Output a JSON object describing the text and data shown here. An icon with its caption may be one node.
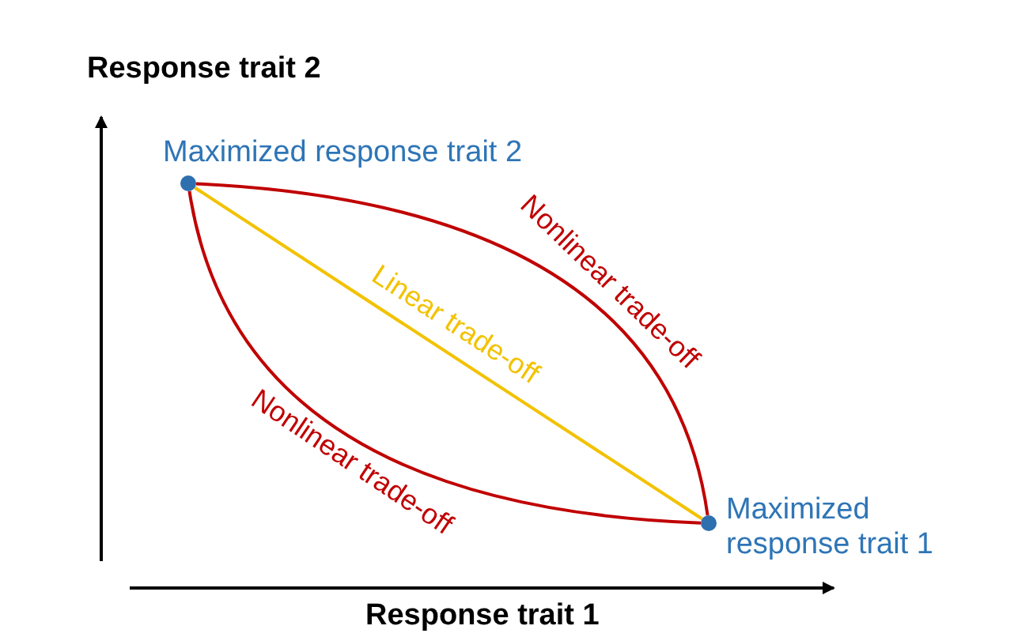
{
  "diagram": {
    "nodes": [
      {
        "text": [],
        "shape": "circle",
        "beside": [
          "Maximized response trait 2"
        ]
      },
      {
        "text": [],
        "shape": "circle",
        "beside": [
          "Maximized response trait 1"
        ]
      }
    ],
    "edges": [
      {
        "from": 0,
        "to": 1,
        "arrow": "none",
        "label": "Nonlinear trade-off"
      },
      {
        "from": 0,
        "to": 1,
        "arrow": "none",
        "label": "Linear trade-off",
        "color": "#f2c200"
      },
      {
        "from": 0,
        "to": 1,
        "arrow": "none",
        "label": "Nonlinear trade-off"
      }
    ],
    "labels": [
      "Response trait 2",
      "Response trait 1"
    ]
  }
}
